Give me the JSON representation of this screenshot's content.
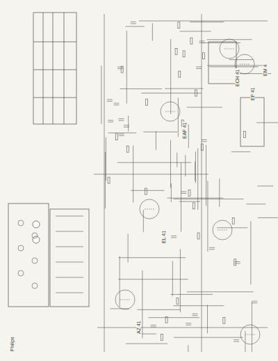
{
  "diagram": {
    "labels": [
      "Philips",
      "ECH 41",
      "EF 41",
      "EAF 41",
      "EL 41",
      "AZ 41",
      "EM 4"
    ]
  }
}
